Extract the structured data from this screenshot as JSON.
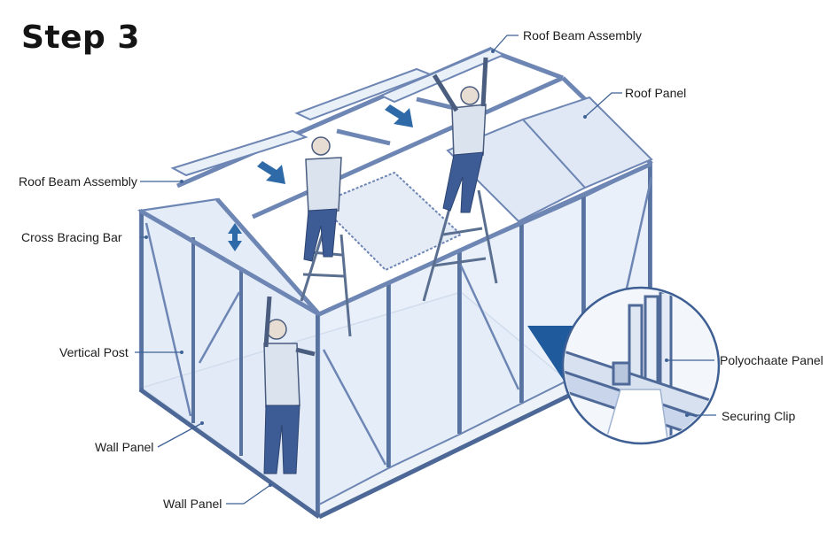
{
  "title": "Step 3",
  "labels": {
    "roof_beam_assembly_top": "Roof Beam Assembly",
    "roof_panel": "Roof Panel",
    "roof_beam_assembly_left": "Roof Beam Assembly",
    "cross_bracing_bar": "Cross Bracing Bar",
    "vertical_post": "Vertical Post",
    "wall_panel_1": "Wall Panel",
    "wall_panel_2": "Wall Panel",
    "polycarbonate_panel": "Polyochaate Panel",
    "securing_clip": "Securing Clip"
  },
  "colors": {
    "frame": "#6e86b4",
    "frame_dark": "#3b5a8c",
    "panel_fill": "#e6eef8",
    "accent_arrow": "#2f6aa8",
    "leader": "#3f6296",
    "worker_shirt": "#dbe3ee",
    "worker_pants": "#3d5c96",
    "skin": "#e8ddd3"
  },
  "icons": [
    "down-arrow-icon",
    "vertical-double-arrow-icon",
    "zoom-pointer-icon"
  ]
}
